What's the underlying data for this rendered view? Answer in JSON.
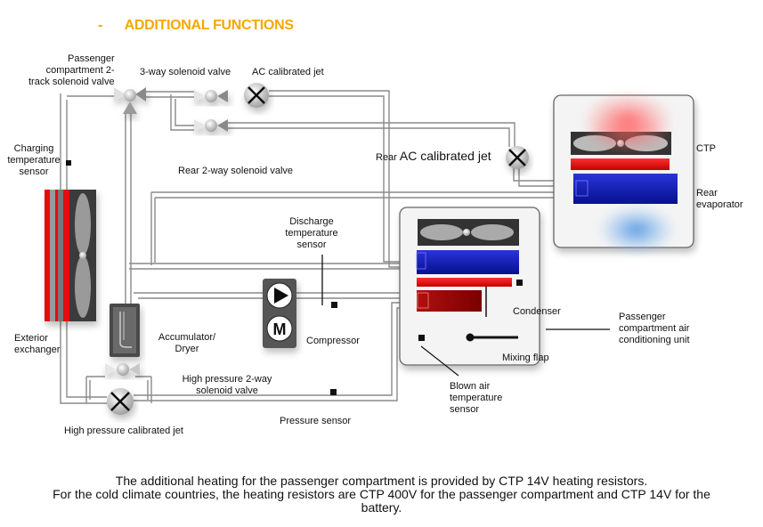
{
  "header": {
    "bullet": "-",
    "title": "ADDITIONAL FUNCTIONS"
  },
  "colors": {
    "title": "#f5a800",
    "hot": "#e01010",
    "cold": "#0a14b4",
    "pipe": "#8a8a8a",
    "unit_border": "#666666"
  },
  "labels": {
    "passenger_2track_valve": [
      "Passenger",
      "compartment 2-",
      "track solenoid valve"
    ],
    "three_way_valve": "3-way solenoid valve",
    "ac_calibrated_jet": "AC calibrated jet",
    "charging_temp_sensor": [
      "Charging",
      "temperature",
      "sensor"
    ],
    "rear_2way_valve": "Rear 2-way solenoid valve",
    "rear_ac_jet_prefix": "Rear",
    "rear_ac_jet": "AC calibrated jet",
    "ctp": "CTP",
    "rear_evaporator": [
      "Rear",
      "evaporator"
    ],
    "discharge_temp_sensor": [
      "Discharge",
      "temperature",
      "sensor"
    ],
    "exterior_exchanger": [
      "Exterior",
      "exchanger"
    ],
    "accumulator_dryer": [
      "Accumulator/",
      "Dryer"
    ],
    "compressor": "Compressor",
    "condenser": "Condenser",
    "passenger_ac_unit": [
      "Passenger",
      "compartment air",
      "conditioning unit"
    ],
    "mixing_flap": "Mixing flap",
    "blown_air_sensor": [
      "Blown air",
      "temperature",
      "sensor"
    ],
    "hp_2way_valve": [
      "High pressure 2-way",
      "solenoid valve"
    ],
    "pressure_sensor": "Pressure sensor",
    "hp_calibrated_jet": "High pressure calibrated jet"
  },
  "compressor_symbols": {
    "pump": "▶",
    "motor": "M"
  },
  "caption": {
    "line1": "The additional heating for the passenger compartment is provided by CTP 14V heating resistors.",
    "line2": "For the cold climate countries, the heating resistors are CTP 400V for the passenger compartment and CTP 14V for the",
    "line3": "battery."
  }
}
